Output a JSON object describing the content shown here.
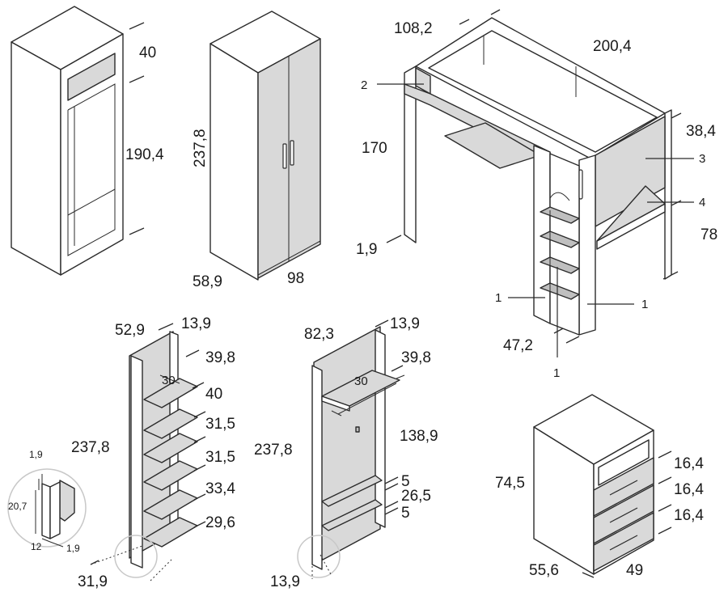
{
  "wardrobe_open": {
    "dims": [
      "40",
      "190,4"
    ]
  },
  "wardrobe_closed": {
    "dims": [
      "237,8",
      "58,9",
      "98"
    ]
  },
  "loft_bed": {
    "dims": [
      "108,2",
      "200,4",
      "170",
      "38,4",
      "78",
      "1,9",
      "47,2"
    ],
    "callouts": [
      "2",
      "3",
      "4",
      "1",
      "1",
      "1"
    ]
  },
  "shelf_unit": {
    "dims": [
      "52,9",
      "13,9",
      "39,8",
      "30",
      "40",
      "237,8",
      "31,5",
      "31,5",
      "33,4",
      "29,6",
      "31,9"
    ]
  },
  "detail": {
    "dims": [
      "1,9",
      "20,7",
      "12",
      "1,9"
    ]
  },
  "coat_rack": {
    "dims": [
      "82,3",
      "13,9",
      "39,8",
      "30",
      "138,9",
      "237,8",
      "5",
      "26,5",
      "5",
      "13,9"
    ]
  },
  "chest": {
    "dims": [
      "74,5",
      "16,4",
      "16,4",
      "16,4",
      "55,6",
      "49"
    ]
  }
}
